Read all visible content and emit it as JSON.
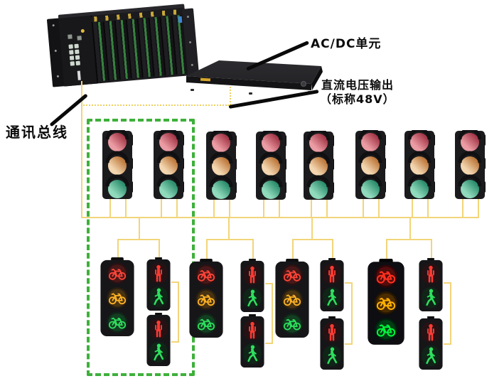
{
  "diagram": {
    "labels": {
      "ac_dc_unit": "AC/DC单元",
      "dc_output_line1": "直流电压输出",
      "dc_output_line2": "（标称48V）",
      "comm_bus": "通讯总线"
    },
    "colors": {
      "wire_yellow": "#f2d57a",
      "highlight_box_green": "#3db03a",
      "leader_black": "#0a0a0a",
      "vehicle_lens_red": "#a63a4a",
      "vehicle_lens_yellow": "#bf7a3e",
      "vehicle_lens_green": "#2e8f6e",
      "glow_red": "#ff4538",
      "glow_amber": "#ffb224",
      "glow_green": "#2ee05e"
    },
    "signals": {
      "vehicle_heads": 8,
      "bicycle_heads": 4,
      "pedestrian_heads": 8,
      "pedestrian_pairs": 4,
      "highlighted_vehicle_heads": 2,
      "highlighted_bicycle_heads": 1,
      "highlighted_pedestrian_heads": 2
    }
  }
}
